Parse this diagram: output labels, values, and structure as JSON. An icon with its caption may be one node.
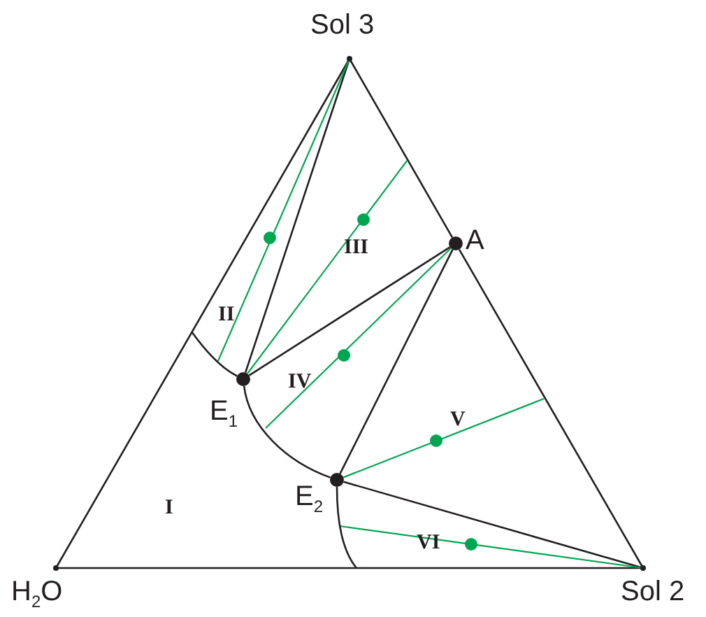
{
  "diagram": {
    "nodes": [
      {
        "text": [],
        "shape": "point",
        "beside": [
          "Sol 3"
        ]
      },
      {
        "text": [],
        "shape": "dot",
        "beside": [
          "A"
        ]
      },
      {
        "text": [],
        "shape": "dot",
        "beside": [
          "E$_{1}$"
        ]
      },
      {
        "text": [],
        "shape": "dot",
        "beside": [
          "E$_{2}$"
        ]
      },
      {
        "text": [],
        "shape": "point",
        "beside": [
          "H$_{2}$O"
        ]
      },
      {
        "text": [],
        "shape": "point",
        "beside": [
          "Sol 2"
        ]
      }
    ],
    "edges": [
      {
        "from": 4,
        "to": 0,
        "arrow": "none"
      },
      {
        "from": 0,
        "to": 1,
        "arrow": "none"
      },
      {
        "from": 1,
        "to": 5,
        "arrow": "none"
      },
      {
        "from": 4,
        "to": 5,
        "arrow": "none"
      },
      {
        "from": 0,
        "to": 2,
        "arrow": "none"
      },
      {
        "from": 1,
        "to": 2,
        "arrow": "none"
      },
      {
        "from": 1,
        "to": 3,
        "arrow": "none"
      },
      {
        "from": 3,
        "to": 5,
        "arrow": "none"
      },
      {
        "from": 2,
        "to": 3,
        "arrow": "none"
      },
      {
        "from": 0,
        "to": null,
        "arrow": "none",
        "color": "#00a651"
      },
      {
        "from": 2,
        "to": null,
        "arrow": "none",
        "color": "#00a651"
      },
      {
        "from": 1,
        "to": null,
        "arrow": "none",
        "color": "#00a651"
      },
      {
        "from": 3,
        "to": null,
        "arrow": "none",
        "color": "#00a651"
      },
      {
        "from": null,
        "to": 5,
        "arrow": "none",
        "color": "#00a651"
      },
      {
        "from": null,
        "to": 2,
        "arrow": "none"
      },
      {
        "from": 3,
        "to": null,
        "arrow": "none"
      }
    ],
    "labels": [
      "II",
      "III",
      "IV",
      "V",
      "I",
      "VI"
    ]
  }
}
